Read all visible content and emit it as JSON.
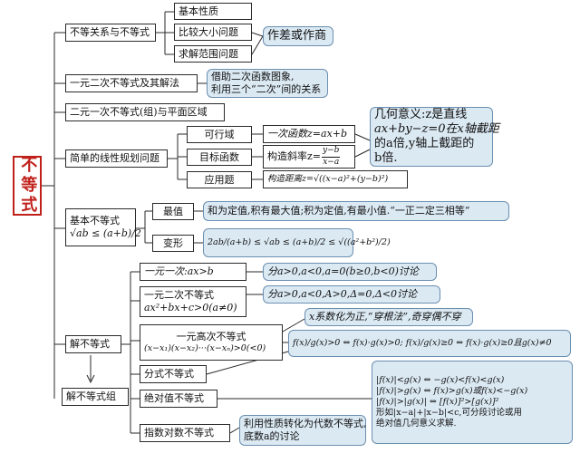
{
  "root": "不等式",
  "b1": {
    "label": "不等关系与不等式",
    "items": [
      "基本性质",
      "比较大小问题",
      "求解范围问题"
    ],
    "method": "作差或作商"
  },
  "b2": {
    "label": "一元二次不等式及其解法",
    "note_l1": "借助二次函数图象,",
    "note_l2": "利用三个“二次”间的关系"
  },
  "b3": {
    "label": "二元一次不等式(组)与平面区域"
  },
  "b4": {
    "label": "简单的线性规划问题",
    "items": [
      "可行域",
      "目标函数",
      "应用题"
    ],
    "m1": "一次函数z=ax+b",
    "m2_pre": "构造斜率z=",
    "m2_num": "y−b",
    "m2_den": "x−a",
    "m3": "构造距离z=√((x−a)²+(y−b)²)",
    "geo_l1": "几何意义:z是直线",
    "geo_l2": "ax+by−z=0在x轴截距",
    "geo_l3": "的a倍,y轴上截距的",
    "geo_l4": "b倍."
  },
  "b5": {
    "label_top": "基本不等式",
    "label_formula": "√ab ≤ (a+b)/2",
    "items": [
      "最值",
      "变形"
    ],
    "extreme": "和为定值,积有最大值;积为定值,有最小值.“一正二定三相等”",
    "deform": "2ab/(a+b) ≤ √ab ≤ (a+b)/2 ≤ √((a²+b²)/2)"
  },
  "b6": {
    "label": "解不等式",
    "sub": "解不等式组",
    "t1": "一元一次:ax>b",
    "t1_note": "分a>0,a<0,a=0(b≥0,b<0)讨论",
    "t2_l1": "一元二次不等式",
    "t2_l2": "ax²+bx+c>0(a≠0)",
    "t2_note": "分a>0,a<0,A>0,Δ=0,Δ<0讨论",
    "t3_l1": "一元高次不等式",
    "t3_l2": "(x−x₁)(x−x₂)···(x−xₙ)>0(<0)",
    "t3_note": "x系数化为正,“穿根法”,奇穿偶不穿",
    "t4": "分式不等式",
    "t4_note": "f(x)/g(x)>0 ⇔ f(x)·g(x)>0; f(x)/g(x)≥0 ⇔ f(x)·g(x)≥0且g(x)≠0",
    "t5": "绝对值不等式",
    "t5_l1": "|f(x)|<g(x) ⇔ −g(x)<f(x)<g(x)",
    "t5_l2": "|f(x)|>g(x) ⇔ f(x)>g(x)或f(x)<−g(x)",
    "t5_l3": "|f(x)|>|g(x)| ⇔ [f(x)]²>[g(x)]²",
    "t5_l4": "形如|x−a|+|x−b|<c,可分段讨论或用",
    "t5_l5": "绝对值几何意义求解.",
    "t6": "指数对数不等式",
    "t6_l1": "利用性质转化为代数不等式,",
    "t6_l2": "底数a的讨论"
  }
}
